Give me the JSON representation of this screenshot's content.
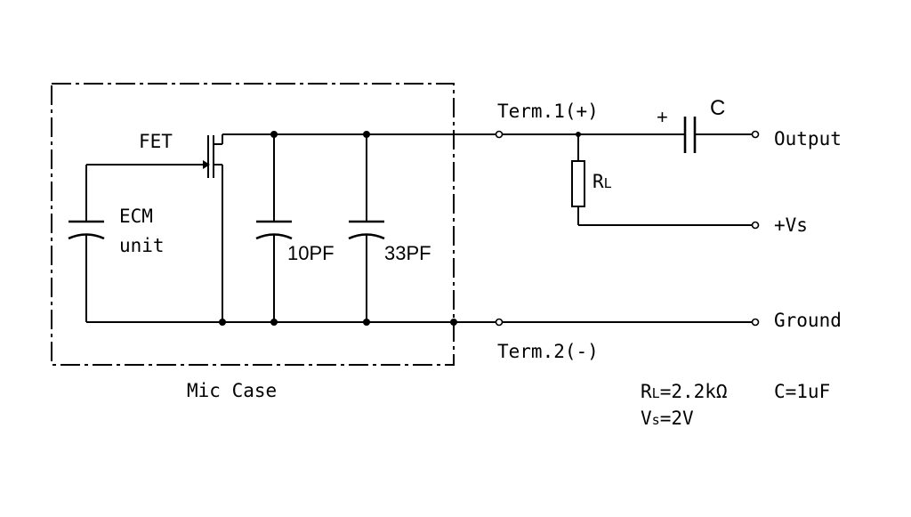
{
  "diagram": {
    "case_label": "Mic Case",
    "fet_label": "FET",
    "ecm_line1": "ECM",
    "ecm_line2": "unit",
    "cap1_label": "10PF",
    "cap2_label": "33PF",
    "term1_label": "Term.1(+)",
    "term2_label": "Term.2(-)",
    "cap_out_label": "C",
    "cap_out_polarity": "+",
    "rl_main": "R",
    "rl_sub": "L",
    "output_label": "Output",
    "vs_label": "+Vs",
    "ground_label": "Ground",
    "spec_rl_main": "R",
    "spec_rl_sub": "L",
    "spec_rl_value": "=2.2kΩ",
    "spec_c": "C=1uF",
    "spec_vs_main": "V",
    "spec_vs_sub": "s",
    "spec_vs_value": "=2V"
  }
}
